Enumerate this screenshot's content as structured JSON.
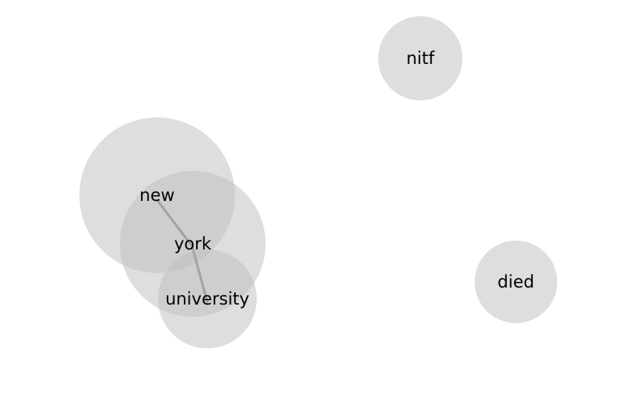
{
  "graph": {
    "nodes": [
      {
        "id": "new",
        "label": "new",
        "weight": 4.6
      },
      {
        "id": "york",
        "label": "york",
        "weight": 3.9
      },
      {
        "id": "university",
        "label": "university",
        "weight": 2.0
      },
      {
        "id": "nitf",
        "label": "nitf",
        "weight": 1.4
      },
      {
        "id": "died",
        "label": "died",
        "weight": 1.4
      }
    ],
    "edges": [
      {
        "source": "new",
        "target": "york"
      },
      {
        "source": "york",
        "target": "university"
      }
    ],
    "colors": {
      "node_fill": "#bebebe",
      "edge": "#a3a3a3",
      "label": "#000000"
    }
  }
}
